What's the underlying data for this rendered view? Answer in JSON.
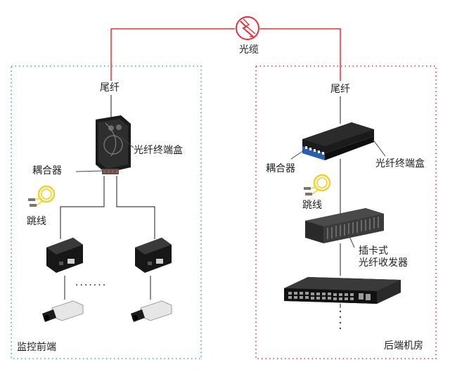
{
  "labels": {
    "cable": "光缆",
    "pigtail_left": "尾纤",
    "pigtail_right": "尾纤",
    "terminal_box_left": "光纤终端盒",
    "terminal_box_right": "光纤终端盒",
    "coupler_left": "耦合器",
    "coupler_right": "耦合器",
    "patch_cord_left": "跳线",
    "patch_cord_right": "跳线",
    "chassis_converter": "插卡式\n光纤收发器",
    "ellipsis": "·······",
    "zone_front": "监控前端",
    "zone_back": "后端机房"
  },
  "colors": {
    "fiber_line": "#e8303a",
    "front_zone_border": "#3aa8df",
    "back_zone_border": "#e23b44",
    "patch_cord": "#f2d024",
    "device_dark": "#1c1c1c"
  }
}
